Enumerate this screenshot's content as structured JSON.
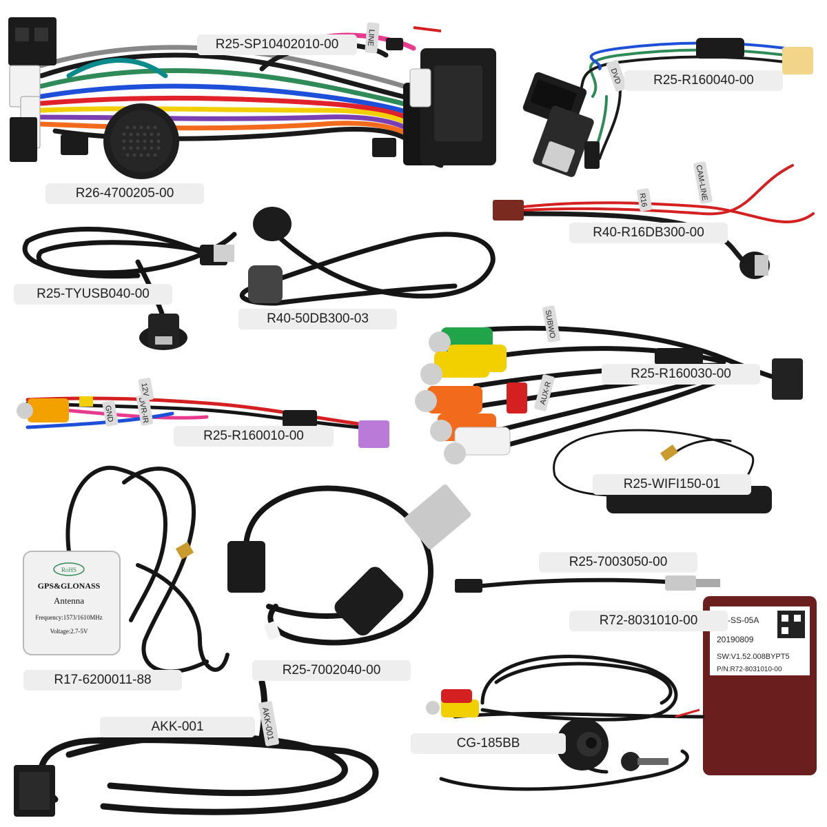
{
  "labels": {
    "harness": "R25-SP10402010-00",
    "speaker": "R26-4700205-00",
    "usb_dvd": "R25-R160040-00",
    "cam_line": "R40-R16DB300-00",
    "usb_extension": "R25-TYUSB040-00",
    "microphone": "R40-50DB300-03",
    "rca": "R25-R160030-00",
    "dvr_ir": "R25-R160010-00",
    "wifi": "R25-WIFI150-01",
    "gps": "R17-6200011-88",
    "usb_cable": "R25-7002040-00",
    "antenna_adapter": "R25-7003050-00",
    "canbus": "R72-8031010-00",
    "akk": "AKK-001",
    "camera": "CG-185BB"
  },
  "cable_tags": {
    "line": "LINE",
    "dvd": "DVD",
    "cam_line": "CAM-LINE",
    "r16": "R16",
    "subwoofer": "SUBWO",
    "aux": "AUX-R",
    "dvr_ir": "DVR-IR",
    "gnd": "GND",
    "v12": "12V",
    "akk": "AKK-001"
  },
  "gps_module": {
    "rohs": "RoHS",
    "title": "GPS&GLONASS",
    "subtitle": "Antenna",
    "frequency": "Frequency:1573/1610MHz",
    "voltage": "Voltage:2.7-5V"
  },
  "canbus_box": {
    "model": "FD-SS-05A",
    "date": "20190809",
    "software": "SW:V1.52.008BYPT5",
    "part_number": "P/N:R72-8031010-00"
  },
  "colors": {
    "background": "#ffffff",
    "label_bg": "#eeeeee",
    "cable": "#141414",
    "canbus_box": "#6b1e1e",
    "rca_green": "#22a44a",
    "rca_yellow": "#f2d000",
    "rca_orange": "#f26a1b",
    "rca_white": "#f2f2f2",
    "rca_red": "#d42020",
    "purple_plug": "#b97ad8"
  }
}
